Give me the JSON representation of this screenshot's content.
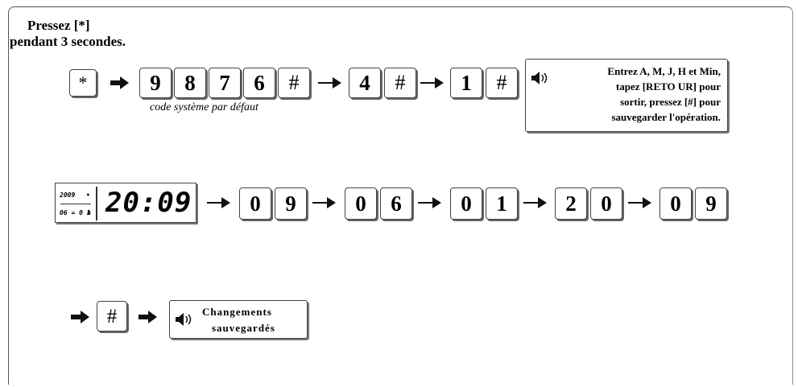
{
  "instruction": {
    "line1": "Pressez [*]",
    "line2": "pendant 3 secondes."
  },
  "row1": {
    "keys": [
      "*",
      "9",
      "8",
      "7",
      "6",
      "#",
      "4",
      "#",
      "1",
      "#"
    ],
    "note": "code système par défaut",
    "message_lines": [
      "Entrez A, M, J, H et Min,",
      "tapez [RETO UR] pour",
      "sortir, pressez  [#] pour",
      "sauvegarder l'opération."
    ]
  },
  "lcd": {
    "year": "2009",
    "year_mark": "•",
    "date": "06 = 0 1",
    "date_mark": "h",
    "time": "20:09"
  },
  "row2": {
    "keys": [
      "0",
      "9",
      "0",
      "6",
      "0",
      "1",
      "2",
      "0",
      "0",
      "9"
    ]
  },
  "row3": {
    "key": "#",
    "message_lines": [
      "Changements",
      "sauvegardés"
    ]
  },
  "icons": {
    "arrow": "right-arrow-icon",
    "speaker": "speaker-icon"
  },
  "colors": {
    "ink": "#000000",
    "border": "#444444",
    "background": "#ffffff"
  }
}
